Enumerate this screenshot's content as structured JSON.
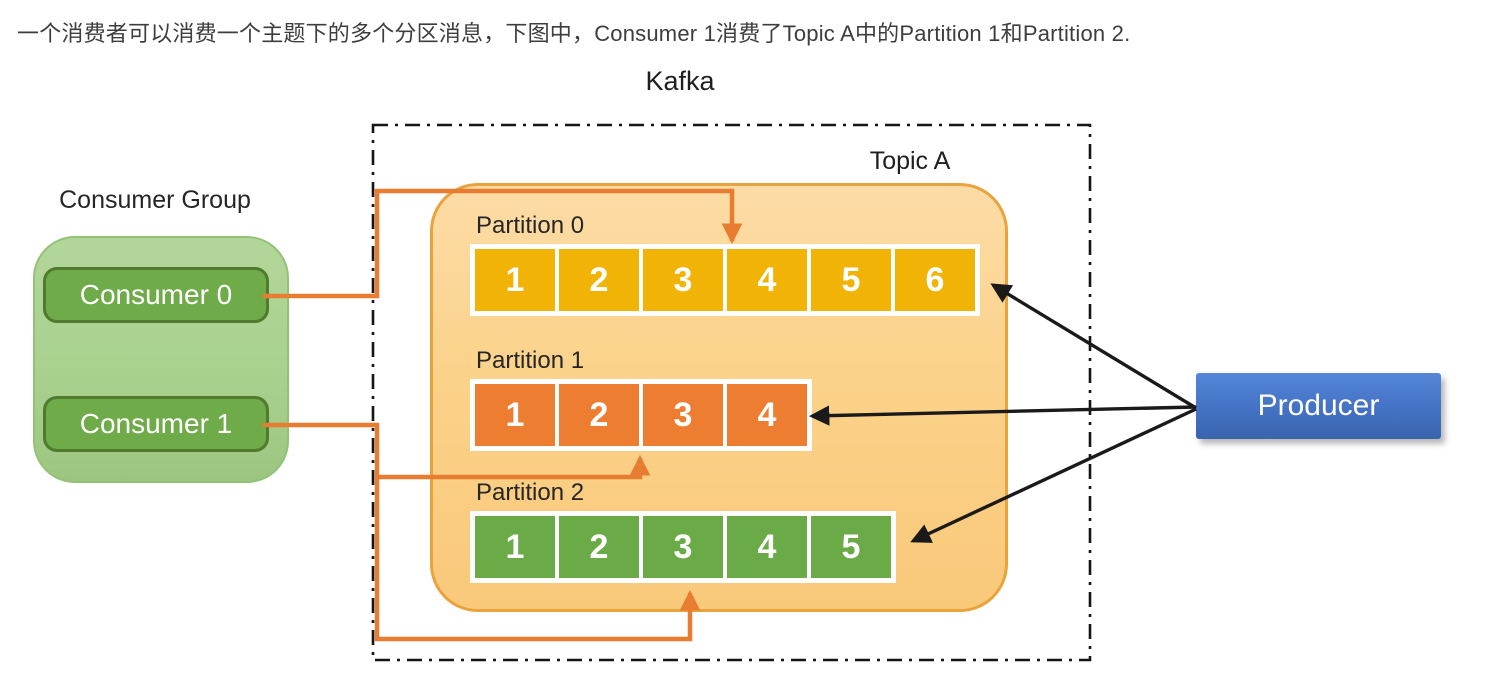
{
  "caption": "一个消费者可以消费一个主题下的多个分区消息，下图中，Consumer 1消费了Topic A中的Partition 1和Partition 2.",
  "kafka": {
    "label": "Kafka",
    "topic": {
      "label": "Topic A",
      "partitions": [
        {
          "label": "Partition 0",
          "color": "#F1B306",
          "messages": [
            "1",
            "2",
            "3",
            "4",
            "5",
            "6"
          ]
        },
        {
          "label": "Partition 1",
          "color": "#ED7D31",
          "messages": [
            "1",
            "2",
            "3",
            "4"
          ]
        },
        {
          "label": "Partition 2",
          "color": "#6BAB47",
          "messages": [
            "1",
            "2",
            "3",
            "4",
            "5"
          ]
        }
      ]
    }
  },
  "consumer_group": {
    "label": "Consumer Group",
    "consumers": [
      {
        "label": "Consumer 0"
      },
      {
        "label": "Consumer 1"
      }
    ]
  },
  "producer": {
    "label": "Producer"
  },
  "colors": {
    "connector_orange": "#E87D31",
    "arrow_black": "#1A1A1A",
    "topic_fill": "#FBD28A",
    "topic_border": "#E9A33C",
    "group_fill": "#A9D18E",
    "consumer_fill": "#6FAB49",
    "consumer_border": "#4F7A2F",
    "producer_fill": "#4472C4",
    "partition_yellow": "#F1B306",
    "partition_orange": "#ED7D31",
    "partition_green": "#6BAB47"
  }
}
